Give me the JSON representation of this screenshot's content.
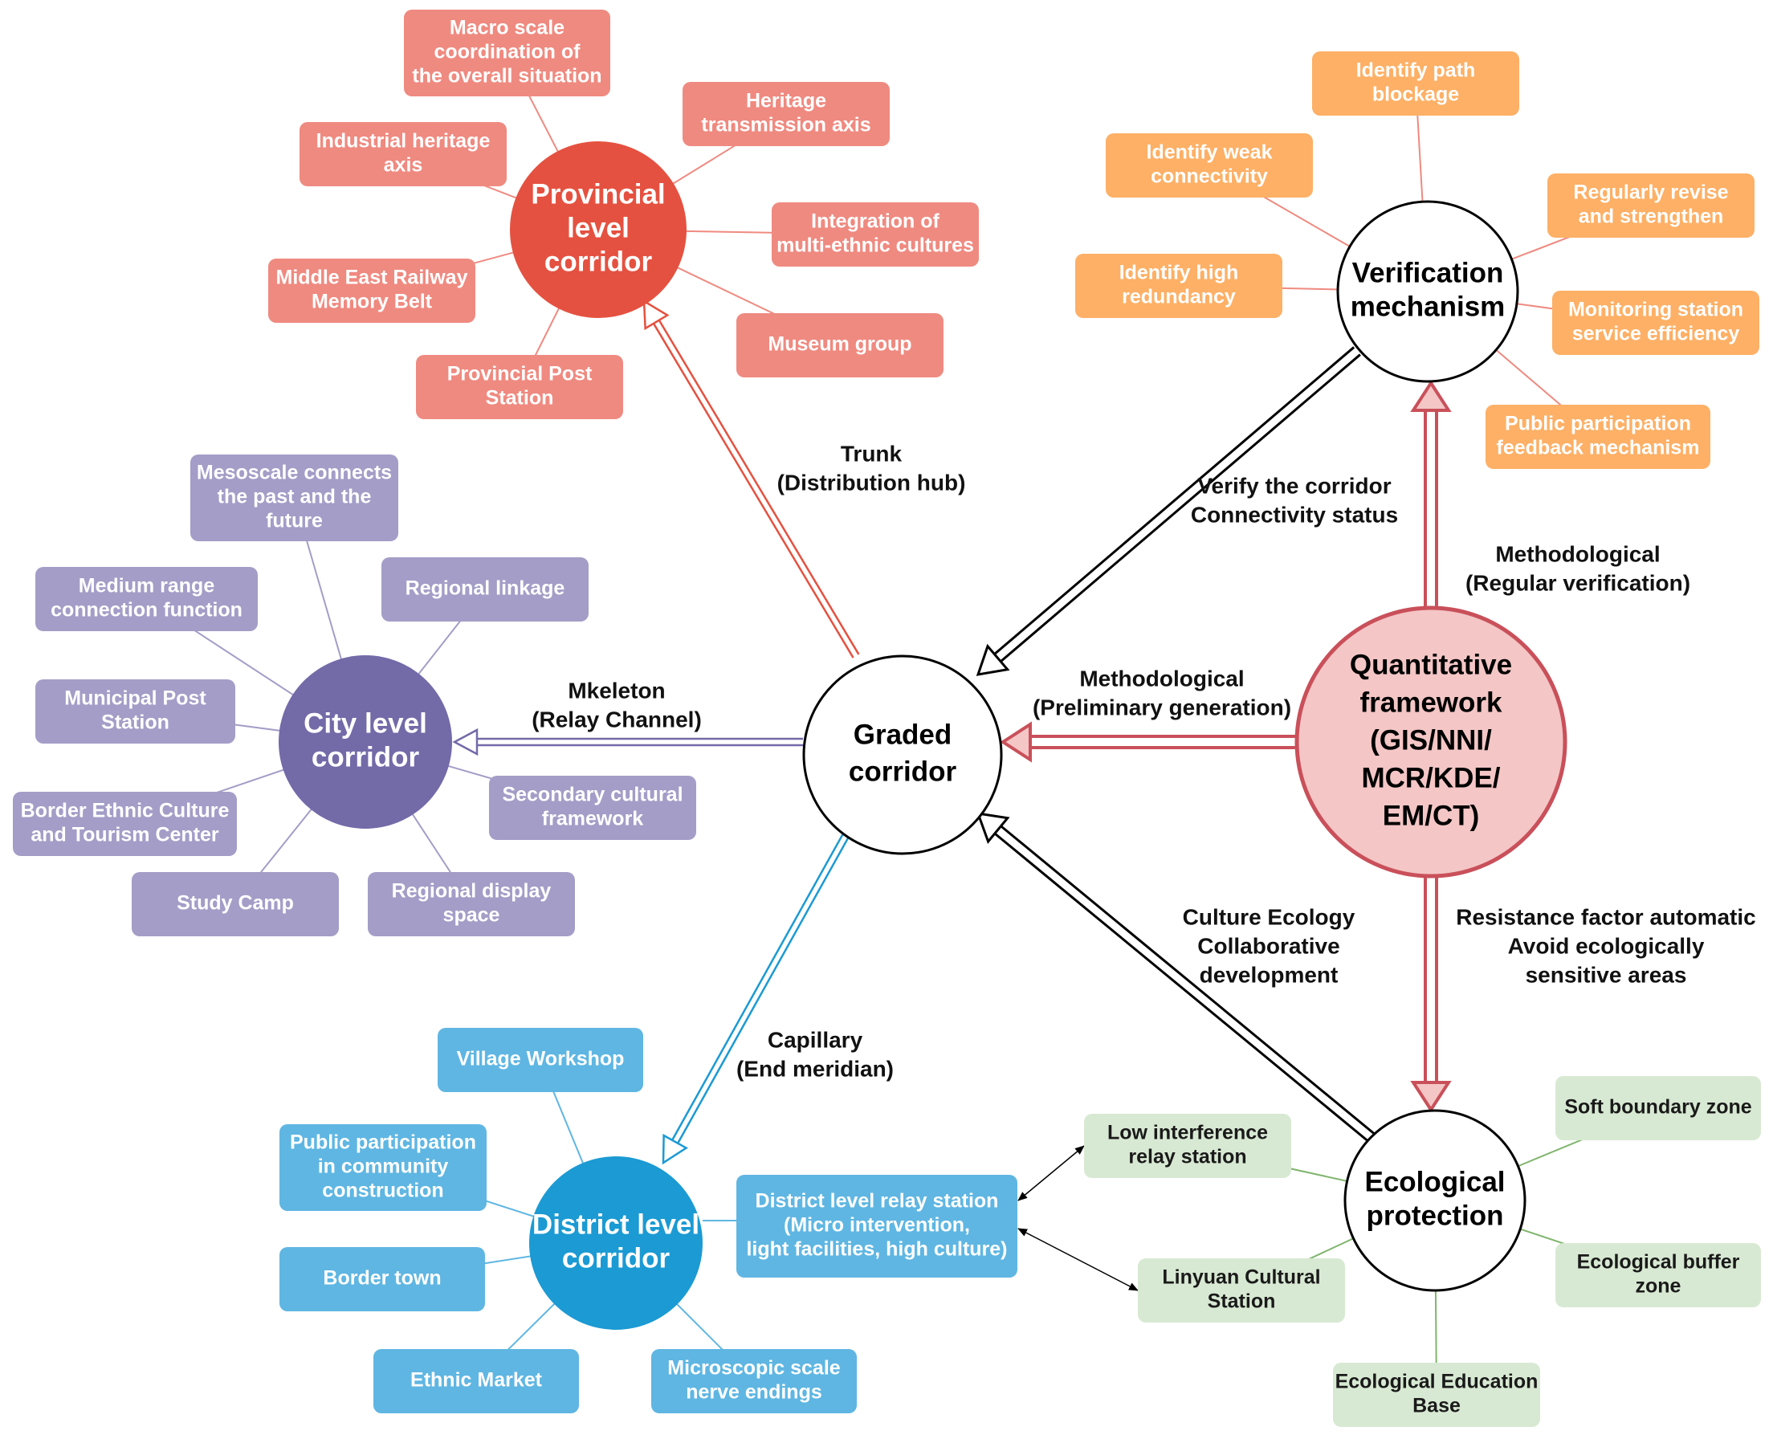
{
  "colors": {
    "provincial": "#e55140",
    "provincial_box": "#ef8a80",
    "city": "#736aa8",
    "city_box": "#a39dc7",
    "district": "#1b9ad3",
    "district_box": "#5fb6e2",
    "verification_box": "#fdb066",
    "ecology_box": "#d8e9d3",
    "quant_fill": "#f4c6c6",
    "quant_stroke": "#c9505a"
  },
  "hubs": {
    "graded": [
      "Graded",
      "corridor"
    ],
    "provincial": [
      "Provincial",
      "level",
      "corridor"
    ],
    "city": [
      "City level",
      "corridor"
    ],
    "district": [
      "District level",
      "corridor"
    ],
    "verification": [
      "Verification",
      "mechanism"
    ],
    "quantitative": [
      "Quantitative",
      "framework",
      "(GIS/NNI/",
      "MCR/KDE/",
      "EM/CT)"
    ],
    "ecological": [
      "Ecological",
      "protection"
    ]
  },
  "provincial_boxes": [
    [
      "Macro scale",
      "coordination of",
      "the overall situation"
    ],
    [
      "Industrial heritage",
      "axis"
    ],
    [
      "Middle East Railway",
      "Memory Belt"
    ],
    [
      "Provincial Post",
      "Station"
    ],
    [
      "Heritage",
      "transmission axis"
    ],
    [
      "Integration of",
      "multi-ethnic cultures"
    ],
    [
      "Museum group"
    ]
  ],
  "city_boxes": [
    [
      "Mesoscale connects",
      "the past and the",
      "future"
    ],
    [
      "Regional linkage"
    ],
    [
      "Medium range",
      "connection function"
    ],
    [
      "Municipal Post",
      "Station"
    ],
    [
      "Border Ethnic Culture",
      "and Tourism Center"
    ],
    [
      "Study Camp"
    ],
    [
      "Regional display",
      "space"
    ],
    [
      "Secondary cultural",
      "framework"
    ]
  ],
  "district_boxes": [
    [
      "Village Workshop"
    ],
    [
      "Public participation",
      "in community",
      "construction"
    ],
    [
      "Border town"
    ],
    [
      "Ethnic Market"
    ],
    [
      "Microscopic scale",
      "nerve endings"
    ],
    [
      "District level relay station",
      "(Micro intervention,",
      "light facilities, high culture)"
    ]
  ],
  "verification_boxes": [
    [
      "Identify path",
      "blockage"
    ],
    [
      "Identify weak",
      "connectivity"
    ],
    [
      "Identify high",
      "redundancy"
    ],
    [
      "Regularly revise",
      "and strengthen"
    ],
    [
      "Monitoring station",
      "service efficiency"
    ],
    [
      "Public participation",
      "feedback mechanism"
    ]
  ],
  "ecology_boxes": [
    [
      "Low interference",
      "relay station"
    ],
    [
      "Linyuan Cultural",
      "Station"
    ],
    [
      "Ecological Education",
      "Base"
    ],
    [
      "Soft boundary zone"
    ],
    [
      "Ecological buffer",
      "zone"
    ]
  ],
  "edge_labels": {
    "trunk": [
      "Trunk",
      "(Distribution hub)"
    ],
    "skeleton": [
      "Mkeleton",
      "(Relay Channel)"
    ],
    "capillary": [
      "Capillary",
      "(End meridian)"
    ],
    "verify": [
      "Verify the corridor",
      "Connectivity status"
    ],
    "prelim": [
      "Methodological",
      "(Preliminary generation)"
    ],
    "regular": [
      "Methodological",
      "(Regular verification)"
    ],
    "culture": [
      "Culture Ecology",
      "Collaborative",
      "development"
    ],
    "resistance": [
      "Resistance factor automatic",
      "Avoid ecologically",
      "sensitive areas"
    ]
  }
}
